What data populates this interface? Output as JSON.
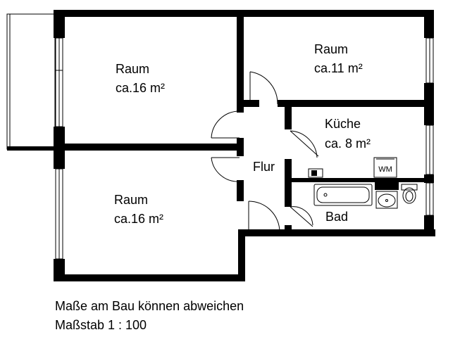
{
  "rooms": [
    {
      "name": "Raum",
      "area": "ca.16 m²"
    },
    {
      "name": "Raum",
      "area": "ca.11 m²"
    },
    {
      "name": "Küche",
      "area": "ca. 8 m²"
    },
    {
      "name": "Flur"
    },
    {
      "name": "Raum",
      "area": "ca.16 m²"
    },
    {
      "name": "Bad"
    }
  ],
  "appliance_label": "WM",
  "notes": {
    "disclaimer": "Maße am Bau können abweichen",
    "scale": "Maßstab 1 : 100"
  }
}
